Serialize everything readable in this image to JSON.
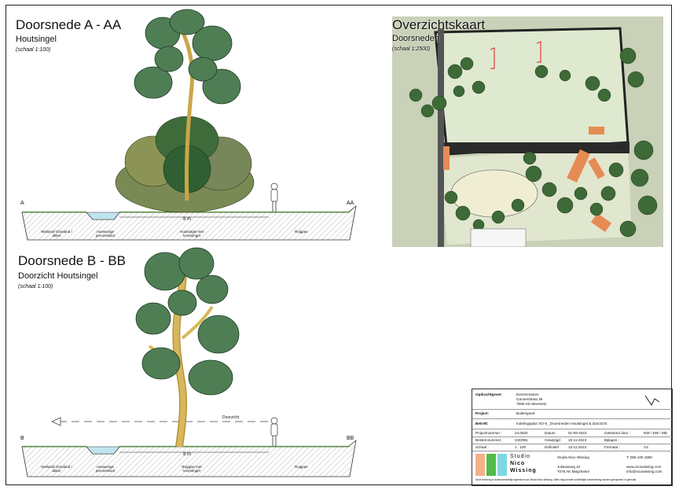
{
  "section_aa": {
    "title": "Doorsnede A - AA",
    "subtitle": "Houtsingel",
    "scale": "(schaal 1:100)",
    "left_marker": "A",
    "right_marker": "AA",
    "dimension": "8 m",
    "zones": [
      "Weiland/ Grasland / akker",
      "Aanwezige perceelsloot",
      "Houtsingel met kruinsingel",
      "Ruigpas"
    ]
  },
  "section_bb": {
    "title": "Doorsnede B - BB",
    "subtitle": "Doorzicht Houtsingel",
    "scale": "(schaal 1:100)",
    "left_marker": "B",
    "right_marker": "BB",
    "dimension": "8 m",
    "sightline_label": "Doorzicht",
    "zones": [
      "Weiland/ Grasland / akker",
      "Aanwezige perceelsloot",
      "Ruigpas met kruinsingel",
      "Ruigpas"
    ]
  },
  "overview_map": {
    "title": "Overzichtskaart",
    "subtitle": "Doorsneden",
    "scale": "(schaal 1:2500)"
  },
  "title_block": {
    "client_label": "Opdrachtgever:",
    "client_name": "Eventcreators",
    "client_street": "Gunnerstraat 39",
    "client_city": "7595 KD Weerselo",
    "project_label": "Project:",
    "project_value": "Buitengoed",
    "subject_label": "Betreft:",
    "subject_value": "Indelingsplan SO-5 _Doorsneden Houtsingel & doorzicht",
    "projectnr_label": "Projectnummer :",
    "projectnr_value": "24.0620",
    "date_label": "Datum",
    "date_value": "01-09-2023",
    "drawn_label": "Getekend door :",
    "drawn_value": "NW / DW / MD",
    "drawingnr_label": "Bestemnummer :",
    "drawingnr_value": "I220091",
    "changed_label": "Gewijzigd",
    "changed_value": "19-11-2023",
    "appendix_label": "Bijlagen :",
    "appendix_value": "",
    "scale_label": "Schaal :",
    "scale_value": "1 : 100",
    "defined_label": "Definitief",
    "defined_value": "13-11-2023",
    "format_label": "Formaat :",
    "format_value": "A3",
    "studio_word": "Studio",
    "studio_name_1": "Nico",
    "studio_name_2": "Wissing",
    "office_name": "Studio Nico Wissing",
    "office_street": "Julianaweg 22",
    "office_city": "7078 AK Megchelen",
    "phone": "T: 088 100 1880",
    "web": "www.nicowissing.com",
    "email": "info@nicowissing.com",
    "disclaimer": "Deze tekening is auteursrechtelijk eigendom van Studio Nico Wissing. Niets mag zonder schriftelijke toestemming worden gekopieerd of gebruikt."
  },
  "colors": {
    "tree_foliage": "#4f7e55",
    "tree_trunk": "#c9a64a",
    "ground_hatch": "#888888",
    "water": "#bfe4f0",
    "grass": "#5a9a3a",
    "logo_orange": "#f3b189",
    "logo_green": "#55bb47",
    "logo_cyan": "#7fd8e0"
  }
}
